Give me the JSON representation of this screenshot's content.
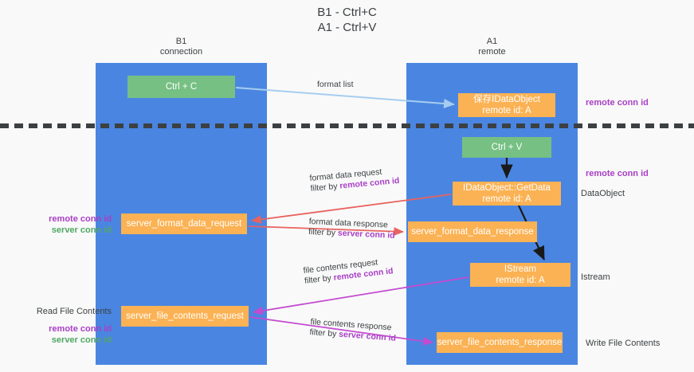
{
  "title": {
    "line1": "B1 - Ctrl+C",
    "line2": "A1 - Ctrl+V"
  },
  "columns": [
    {
      "name": "B1",
      "role": "connection"
    },
    {
      "name": "A1",
      "role": "remote"
    }
  ],
  "nodes": {
    "ctrl_c": {
      "label": "Ctrl + C",
      "color": "#76c083"
    },
    "ctrl_v": {
      "label": "Ctrl + V",
      "color": "#76c083"
    },
    "idataobject": {
      "line1": "保存IDataObject",
      "line2": "remote id: A",
      "color": "#fbb254"
    },
    "getdata": {
      "line1": "IDataObject::GetData",
      "line2": "remote id: A",
      "color": "#fbb254"
    },
    "istream": {
      "line1": "IStream",
      "line2": "remote id: A",
      "color": "#fbb254"
    },
    "server_format_data_request": {
      "label": "server_format_data_request",
      "color": "#fbb254"
    },
    "server_format_data_response": {
      "label": "server_format_data_response",
      "color": "#fbb254"
    },
    "server_file_contents_request": {
      "label": "server_file_contents_request",
      "color": "#fbb254"
    },
    "server_file_contents_response": {
      "label": "server_file_contents_response",
      "color": "#fbb254"
    }
  },
  "edges": [
    {
      "id": "format_list",
      "label": "format list",
      "filter": "",
      "color": "#a6cdf0"
    },
    {
      "id": "format_data_request",
      "label": "format data request",
      "filter_prefix": "filter by ",
      "filter_key": "remote conn id",
      "color": "#e8635f"
    },
    {
      "id": "format_data_response",
      "label": "format data response",
      "filter_prefix": "filter by ",
      "filter_key": "server conn id",
      "color": "#e8635f"
    },
    {
      "id": "file_contents_request",
      "label": "file contents request",
      "filter_prefix": "filter by ",
      "filter_key": "remote conn id",
      "color": "#c44ad0"
    },
    {
      "id": "file_contents_response",
      "label": "file contents response",
      "filter_prefix": "filter by ",
      "filter_key": "server conn id",
      "color": "#c44ad0"
    }
  ],
  "side_labels": {
    "right": [
      {
        "text": "remote conn id",
        "style": "purple"
      },
      {
        "text": "remote conn id",
        "style": "purple"
      },
      {
        "text": "DataObject",
        "style": "plain"
      },
      {
        "text": "Istream",
        "style": "plain"
      },
      {
        "text": "Write File Contents",
        "style": "plain"
      }
    ],
    "left": [
      {
        "remote": "remote conn id",
        "server": "server conn id"
      },
      {
        "heading": "Read File Contents",
        "remote": "remote conn id",
        "server": "server conn id"
      }
    ]
  },
  "colors": {
    "panel": "#4a86e1",
    "green_node": "#76c083",
    "orange_node": "#fbb254",
    "purple_text": "#a93fc6",
    "green_text": "#4fa862",
    "red_arrow": "#e8635f",
    "magenta_arrow": "#c44ad0",
    "blue_arrow": "#a6cdf0",
    "background": "#f9f9f9"
  }
}
